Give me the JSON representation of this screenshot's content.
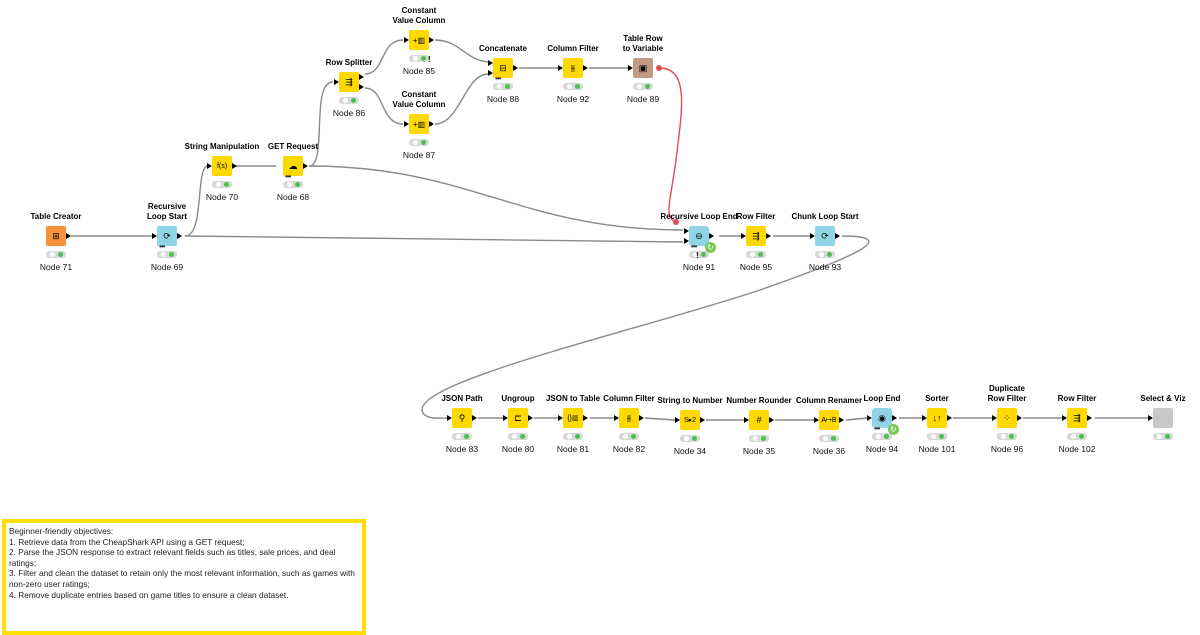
{
  "workflow": {
    "nodes": [
      {
        "id": "node71",
        "title": [
          "Table Creator"
        ],
        "label": "Node 71",
        "icon": "table-creator-icon",
        "color": "orange",
        "glyph": "⊞",
        "status": [
          "white",
          "green"
        ]
      },
      {
        "id": "node69",
        "title": [
          "Recursive",
          "Loop Start"
        ],
        "label": "Node 69",
        "icon": "recursive-loop-start-icon",
        "color": "cyan",
        "glyph": "⟳",
        "status": [
          "white",
          "green"
        ]
      },
      {
        "id": "node70",
        "title": [
          "String Manipulation"
        ],
        "label": "Node 70",
        "icon": "string-manipulation-icon",
        "color": "yellow",
        "glyph": "f(s)",
        "status": [
          "white",
          "green"
        ]
      },
      {
        "id": "node68",
        "title": [
          "GET Request"
        ],
        "label": "Node 68",
        "icon": "get-request-icon",
        "color": "yellow",
        "glyph": "☁",
        "status": [
          "white",
          "green"
        ]
      },
      {
        "id": "node86",
        "title": [
          "Row Splitter"
        ],
        "label": "Node 86",
        "icon": "row-splitter-icon",
        "color": "yellow",
        "glyph": "⇶",
        "status": [
          "white",
          "green"
        ]
      },
      {
        "id": "node85",
        "title": [
          "Constant",
          "Value Column"
        ],
        "label": "Node 85",
        "icon": "constant-value-column-icon",
        "color": "yellow",
        "glyph": "+▥",
        "status": [
          "white",
          "green"
        ]
      },
      {
        "id": "node87",
        "title": [
          "Constant",
          "Value Column"
        ],
        "label": "Node 87",
        "icon": "constant-value-column-icon",
        "color": "yellow",
        "glyph": "+▥",
        "status": [
          "white",
          "green"
        ]
      },
      {
        "id": "node88",
        "title": [
          "Concatenate"
        ],
        "label": "Node 88",
        "icon": "concatenate-icon",
        "color": "yellow",
        "glyph": "⊟",
        "status": [
          "white",
          "green"
        ]
      },
      {
        "id": "node92",
        "title": [
          "Column Filter"
        ],
        "label": "Node 92",
        "icon": "column-filter-icon",
        "color": "yellow",
        "glyph": "⫵",
        "status": [
          "white",
          "green"
        ]
      },
      {
        "id": "node89",
        "title": [
          "Table Row",
          "to Variable"
        ],
        "label": "Node 89",
        "icon": "table-row-to-variable-icon",
        "color": "brown",
        "glyph": "▣",
        "status": [
          "white",
          "green"
        ]
      },
      {
        "id": "node91",
        "title": [
          "Recursive Loop End"
        ],
        "label": "Node 91",
        "icon": "recursive-loop-end-icon",
        "color": "cyan",
        "glyph": "⊖",
        "status": [
          "white",
          "green"
        ]
      },
      {
        "id": "node95",
        "title": [
          "Row Filter"
        ],
        "label": "Node 95",
        "icon": "row-filter-icon",
        "color": "yellow",
        "glyph": "⇶",
        "status": [
          "white",
          "green"
        ]
      },
      {
        "id": "node93",
        "title": [
          "Chunk Loop Start"
        ],
        "label": "Node 93",
        "icon": "chunk-loop-start-icon",
        "color": "cyan",
        "glyph": "⟳",
        "status": [
          "white",
          "green"
        ]
      },
      {
        "id": "node83",
        "title": [
          "JSON Path"
        ],
        "label": "Node 83",
        "icon": "json-path-icon",
        "color": "yellow",
        "glyph": "⚲",
        "status": [
          "white",
          "green"
        ]
      },
      {
        "id": "node80",
        "title": [
          "Ungroup"
        ],
        "label": "Node 80",
        "icon": "ungroup-icon",
        "color": "yellow",
        "glyph": "⊏",
        "status": [
          "white",
          "green"
        ]
      },
      {
        "id": "node81",
        "title": [
          "JSON to Table"
        ],
        "label": "Node 81",
        "icon": "json-to-table-icon",
        "color": "yellow",
        "glyph": "{}▥",
        "status": [
          "white",
          "green"
        ]
      },
      {
        "id": "node82",
        "title": [
          "Column Filter"
        ],
        "label": "Node 82",
        "icon": "column-filter-icon",
        "color": "yellow",
        "glyph": "⫵",
        "status": [
          "white",
          "green"
        ]
      },
      {
        "id": "node34",
        "title": [
          "String to Number"
        ],
        "label": "Node 34",
        "icon": "string-to-number-icon",
        "color": "yellow",
        "glyph": "S▸2",
        "status": [
          "white",
          "green"
        ]
      },
      {
        "id": "node35",
        "title": [
          "Number Rounder"
        ],
        "label": "Node 35",
        "icon": "number-rounder-icon",
        "color": "yellow",
        "glyph": "#",
        "status": [
          "white",
          "green"
        ]
      },
      {
        "id": "node36",
        "title": [
          "Column Renamer"
        ],
        "label": "Node 36",
        "icon": "column-renamer-icon",
        "color": "yellow",
        "glyph": "A↦B",
        "status": [
          "white",
          "green"
        ]
      },
      {
        "id": "node94",
        "title": [
          "Loop End"
        ],
        "label": "Node 94",
        "icon": "loop-end-icon",
        "color": "cyan",
        "glyph": "◉",
        "status": [
          "white",
          "green"
        ]
      },
      {
        "id": "node101",
        "title": [
          "Sorter"
        ],
        "label": "Node 101",
        "icon": "sorter-icon",
        "color": "yellow",
        "glyph": "↓↑",
        "status": [
          "white",
          "green"
        ]
      },
      {
        "id": "node96",
        "title": [
          "Duplicate",
          "Row Filter"
        ],
        "label": "Node 96",
        "icon": "duplicate-row-filter-icon",
        "color": "yellow",
        "glyph": "⁘",
        "status": [
          "white",
          "green"
        ]
      },
      {
        "id": "node102",
        "title": [
          "Row Filter"
        ],
        "label": "Node 102",
        "icon": "row-filter-icon",
        "color": "yellow",
        "glyph": "⇶",
        "status": [
          "white",
          "green"
        ]
      },
      {
        "id": "nodeviz",
        "title": [
          "Select & Viz"
        ],
        "label": "",
        "icon": "component-icon",
        "color": "grey",
        "glyph": "",
        "status": [
          "white",
          "green"
        ]
      }
    ],
    "warnings": [
      "!",
      "!"
    ]
  },
  "annotation": {
    "lines": [
      "Beginner-friendly objectives:",
      "1. Retrieve data from the CheapShark API using a GET request;",
      "2. Parse the JSON response to extract relevant fields such as titles, sale prices, and deal ratings;",
      "3. Filter and clean the dataset to retain only the most relevant information, such as games with non-zero user ratings;",
      "4. Remove duplicate entries based on game titles to ensure a clean dataset."
    ],
    "border_color": "#ffdf00"
  },
  "colors": {
    "wire": "#8a8a8a",
    "flow_variable_wire": "#e05050",
    "node_yellow": "#ffd800",
    "node_orange": "#f6923b",
    "node_cyan": "#8fd5e6",
    "node_brown": "#c39b83"
  }
}
